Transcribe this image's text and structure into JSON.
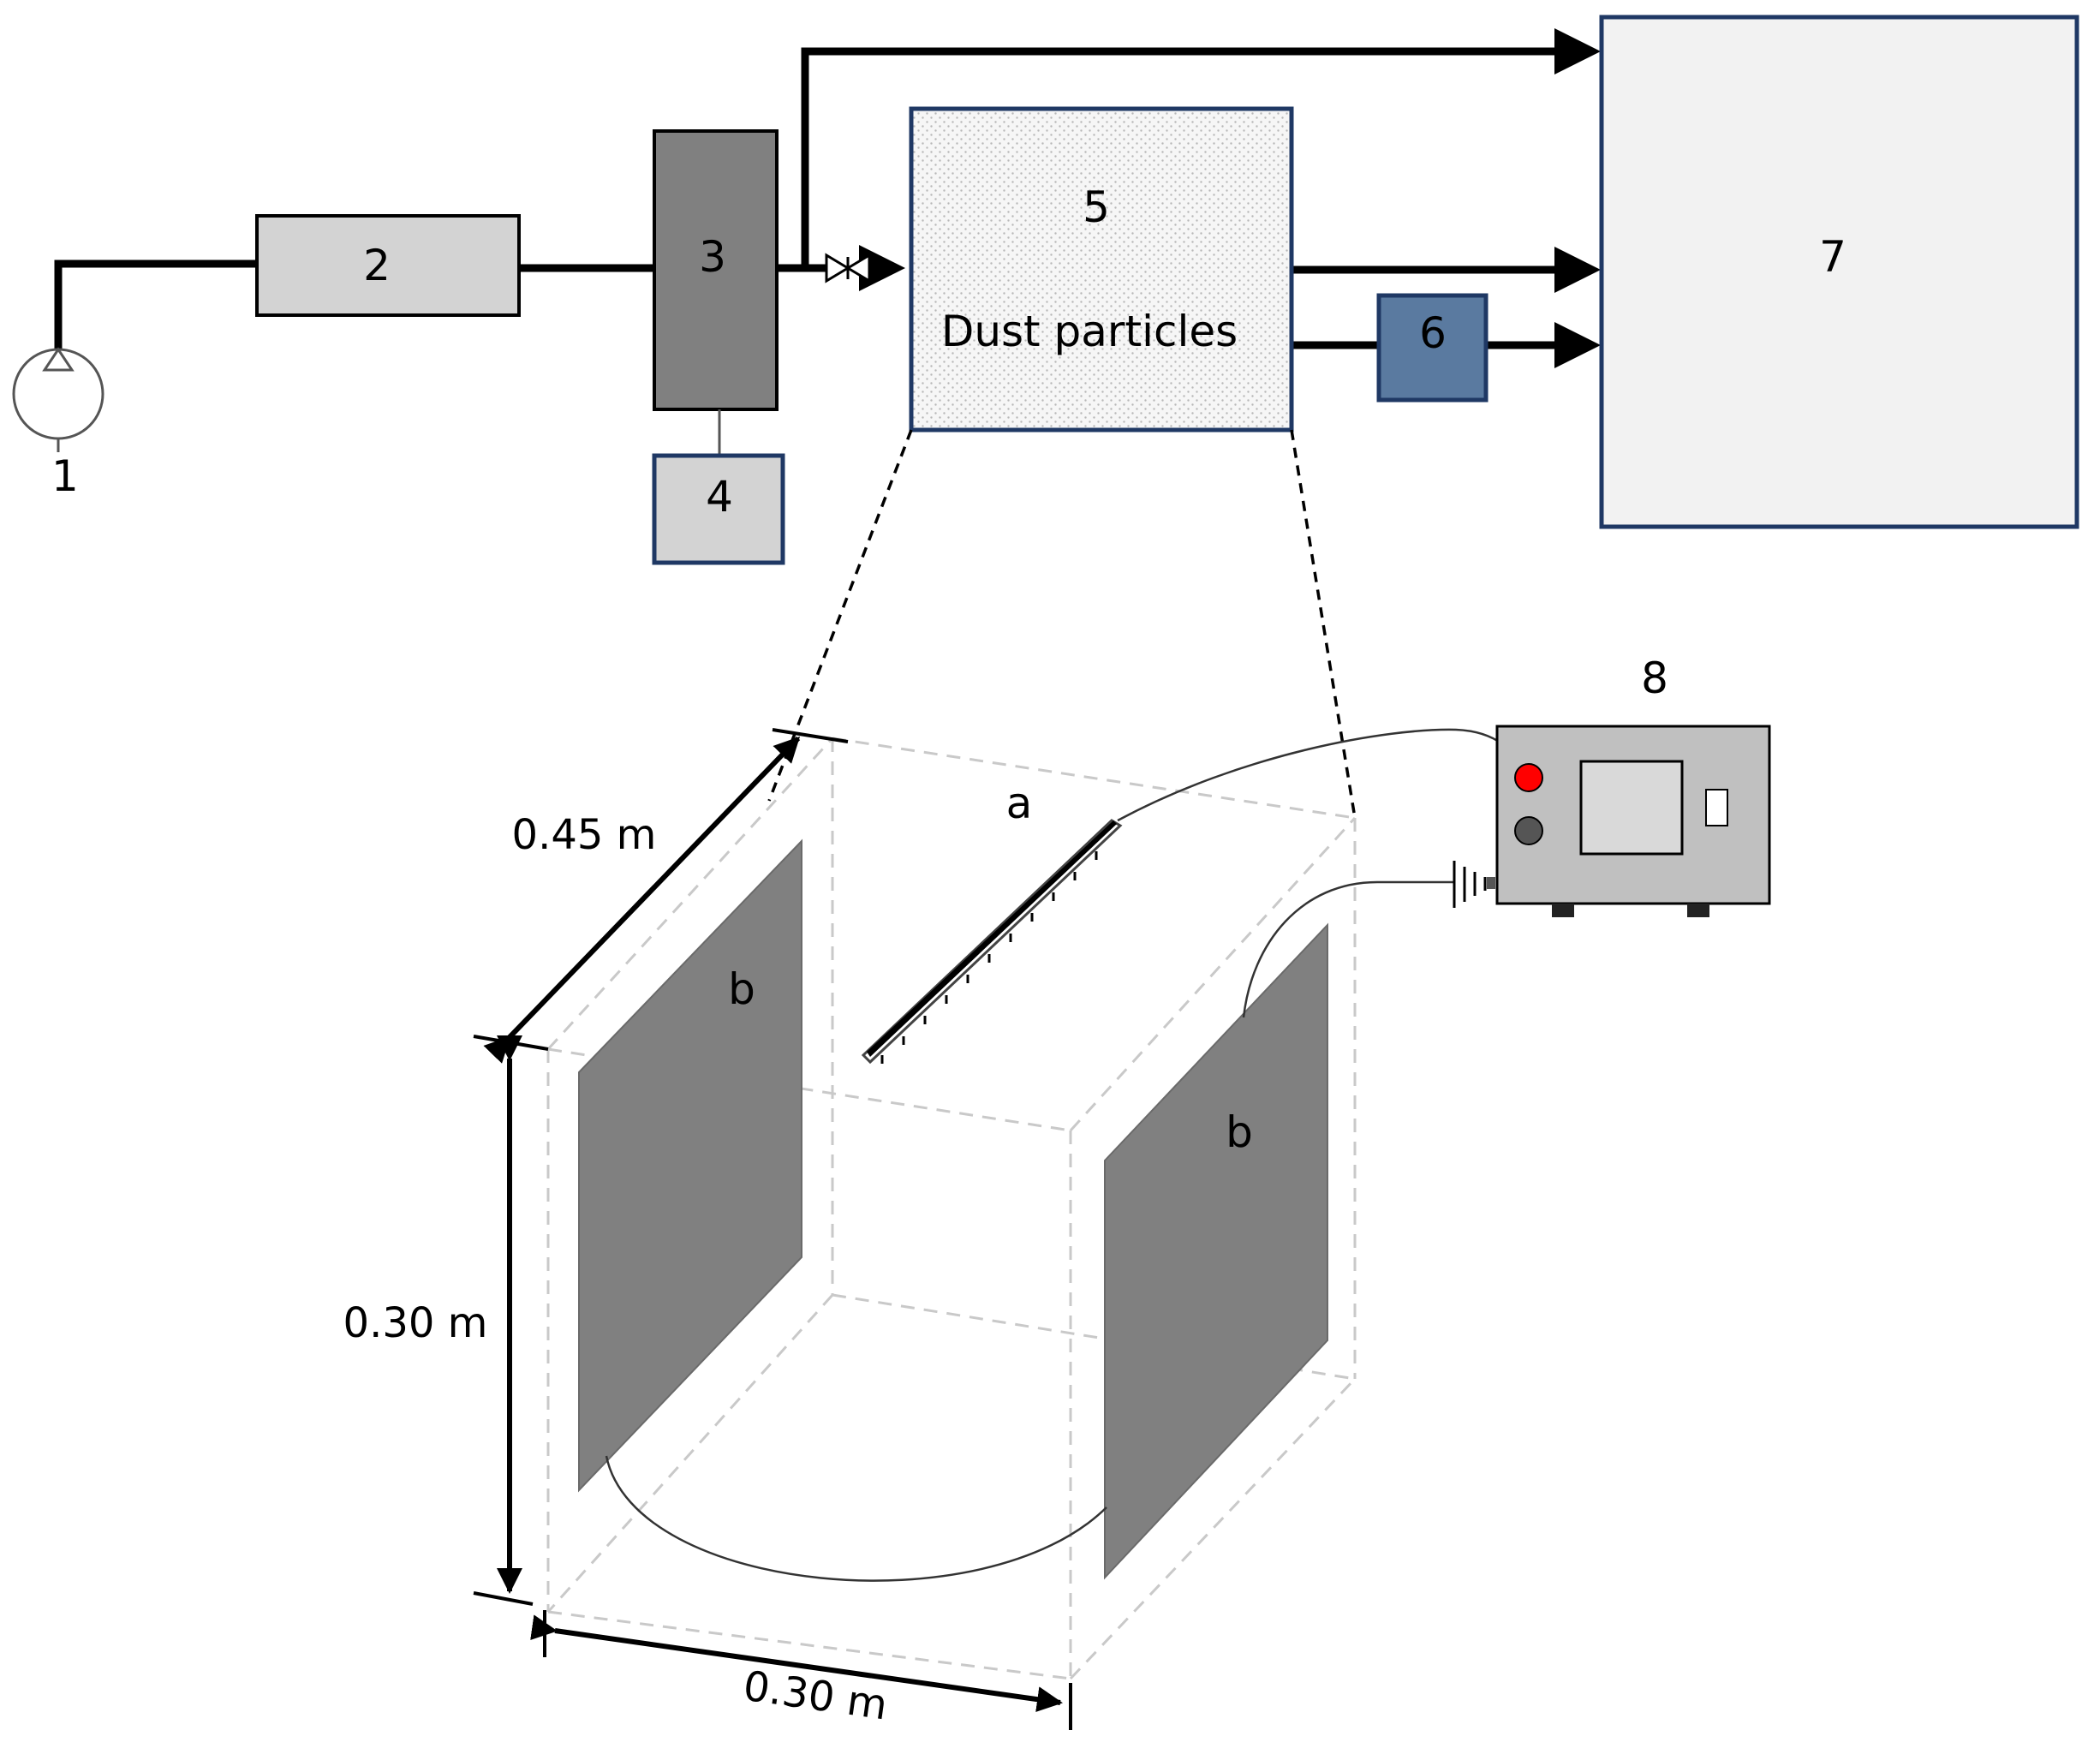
{
  "labels": {
    "pump": "1",
    "unit2": "2",
    "unit3": "3",
    "unit4": "4",
    "chamber": "5",
    "chamber_text": "Dust particles",
    "unit6": "6",
    "unit7": "7",
    "power_supply": "8",
    "discharge_electrode": "a",
    "plate_left": "b",
    "plate_right": "b"
  },
  "dimensions": {
    "depth": "0.45 m",
    "height": "0.30 m",
    "width": "0.30 m"
  },
  "colors": {
    "light_gray_box": "#d3d3d3",
    "dark_gray_box": "#808080",
    "blue_box": "#5a7aa0",
    "navy_border": "#1f3864",
    "plate": "#808080",
    "electrode": "#000000",
    "power_supply_body": "#c0c0c0",
    "red_terminal": "#ff0000"
  }
}
